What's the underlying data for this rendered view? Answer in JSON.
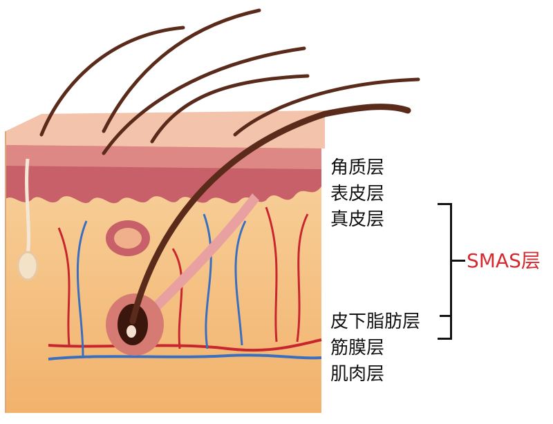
{
  "title": "Skin layers diagram",
  "layers": [
    {
      "label": "角质层"
    },
    {
      "label": "表皮层"
    },
    {
      "label": "真皮层"
    },
    {
      "label": "皮下脂肪层"
    },
    {
      "label": "筋膜层"
    },
    {
      "label": "肌肉层"
    }
  ],
  "bracket": {
    "label": "SMAS层",
    "color": "#d42a2f",
    "spans_from": "真皮层",
    "spans_to": "筋膜层"
  },
  "colors": {
    "fat": "#f5c286",
    "epidermis": "#c8606a",
    "surface": "#f3c0a8",
    "hair": "#5a2a1a",
    "artery": "#c8262e",
    "vein": "#3a6fc0"
  }
}
